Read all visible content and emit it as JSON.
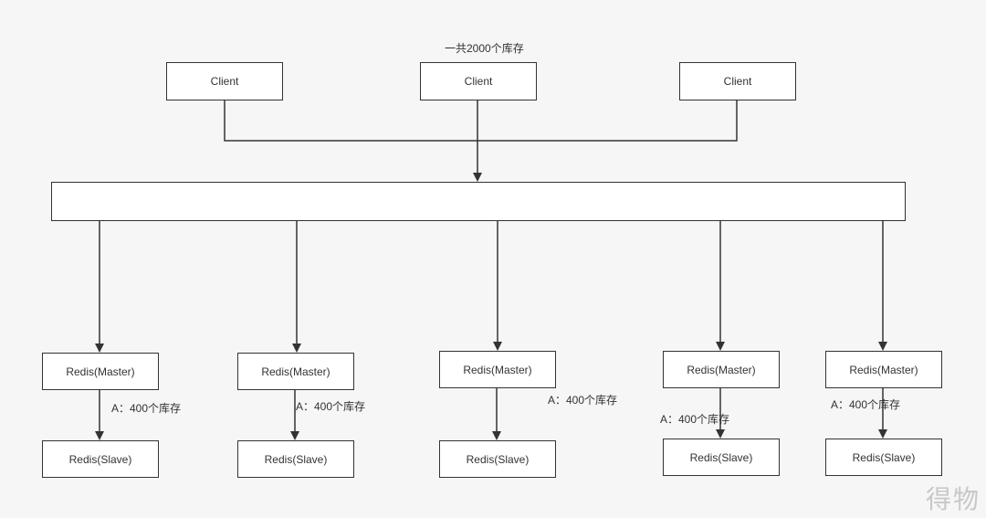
{
  "top_label": "一共2000个库存",
  "clients": [
    "Client",
    "Client",
    "Client"
  ],
  "masters": [
    "Redis(Master)",
    "Redis(Master)",
    "Redis(Master)",
    "Redis(Master)",
    "Redis(Master)"
  ],
  "slaves": [
    "Redis(Slave)",
    "Redis(Slave)",
    "Redis(Slave)",
    "Redis(Slave)",
    "Redis(Slave)"
  ],
  "shard_labels": [
    "A：400个库存",
    "A：400个库存",
    "A：400个库存",
    "A：400个库存",
    "A：400个库存"
  ],
  "watermark": "得物",
  "colors": {
    "background": "#f6f6f6",
    "stroke": "#333333",
    "box_fill": "#ffffff",
    "watermark": "#c8c8c8"
  }
}
